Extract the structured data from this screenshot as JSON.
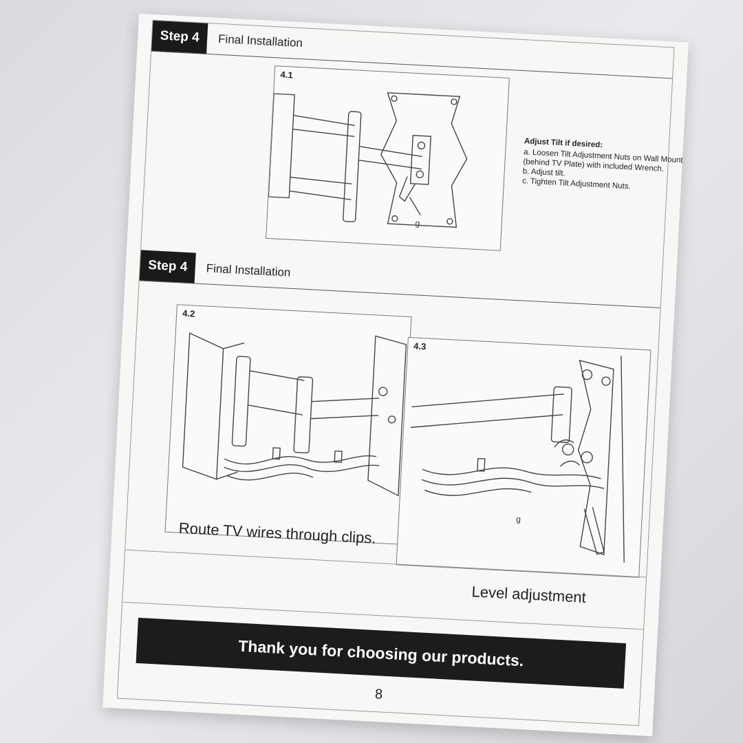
{
  "steps": [
    {
      "badge": "Step 4",
      "title": "Final Installation"
    },
    {
      "badge": "Step 4",
      "title": "Final Installation"
    }
  ],
  "figures": [
    {
      "label": "4.1",
      "part_label": "g"
    },
    {
      "label": "4.2"
    },
    {
      "label": "4.3",
      "part_label": "g"
    }
  ],
  "instructions": {
    "heading": "Adjust Tilt if desired:",
    "lines": [
      "a. Loosen Tilt Adjustment Nuts on Wall Mount",
      "(behind TV Plate) with included Wrench.",
      "b. Adjust tilt.",
      "c. Tighten Tilt Adjustment Nuts."
    ]
  },
  "captions": {
    "route": "Route TV wires through clips.",
    "level": "Level adjustment"
  },
  "footer": {
    "thanks": "Thank you for choosing our products.",
    "page_number": "8"
  },
  "colors": {
    "badge_bg": "#1a1a1a",
    "footer_bar_bg": "#1c1c1c",
    "paper": "#f7f7f5"
  }
}
